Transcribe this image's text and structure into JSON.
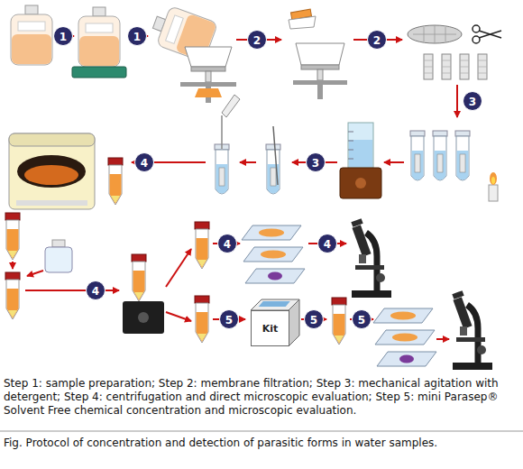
{
  "diagram": {
    "caption": "Fig. Protocol of concentration and detection of parasitic forms in water samples.",
    "nodes": [
      {
        "text": [
          "Kit"
        ]
      }
    ],
    "labels": [
      "1",
      "1",
      "2",
      "2",
      "3",
      "3",
      "4",
      "4",
      "4",
      "4",
      "5",
      "5",
      "5",
      "Step 1: sample preparation; Step 2: membrane filtration; Step 3: mechanical agitation with detergent; Step 4: centrifugation and direct microscopic evaluation; Step 5: mini Parasep® Solvent Free chemical concentration and microscopic evaluation."
    ]
  }
}
